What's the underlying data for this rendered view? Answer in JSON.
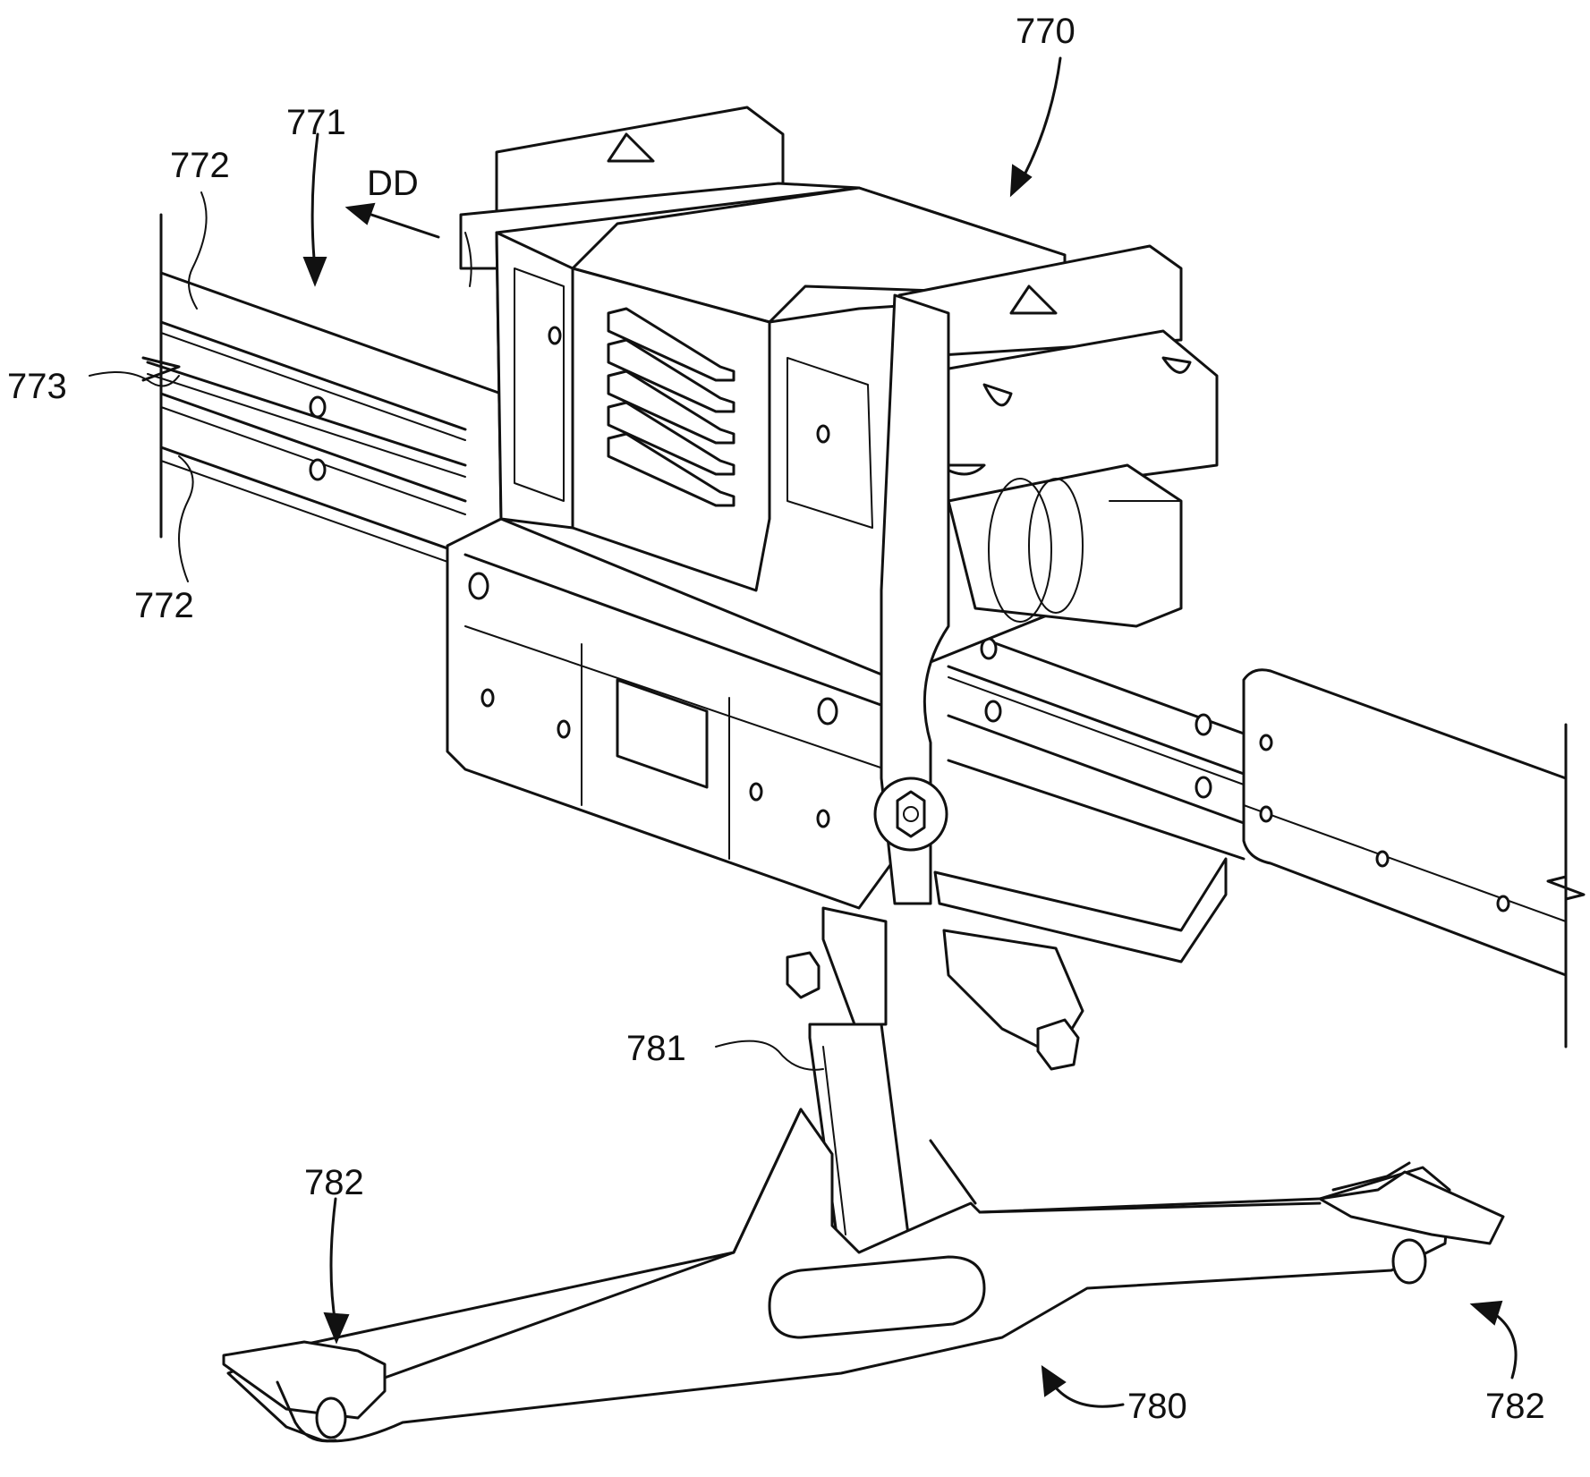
{
  "labels": {
    "trolley": "770",
    "rail_arrow": "771",
    "rail_top": "772",
    "rail_bottom": "772",
    "rail_groove": "773",
    "direction": "DD",
    "yoke": "780",
    "hanger": "781",
    "hook_left": "782",
    "hook_right": "782"
  }
}
